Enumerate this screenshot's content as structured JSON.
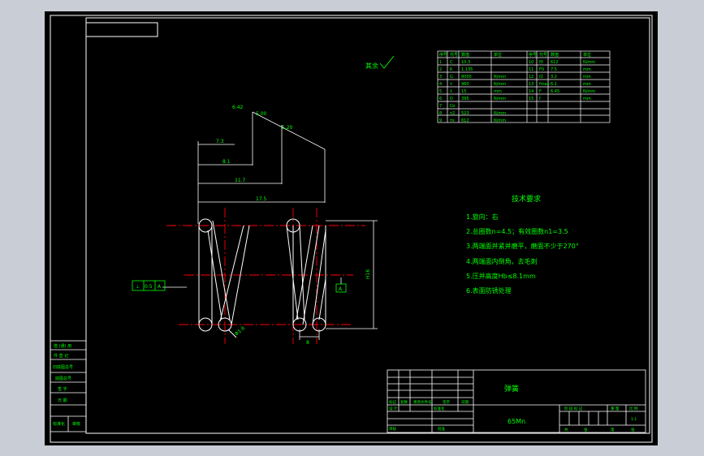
{
  "drawing": {
    "roughness_symbol": "其余",
    "dimensions": {
      "d1": "6.42",
      "d2": "5.00",
      "d3": "5.20",
      "d4": "7.3",
      "d5": "8.1",
      "d6": "11.7",
      "d7": "17.5",
      "free_length": "H16",
      "pitch": "8",
      "wire_diameter": "Φ1.6"
    },
    "tolerance_frame": [
      "⊥",
      "0.5",
      "A"
    ],
    "datum": "A",
    "tech_requirements_title": "技术要求",
    "tech_requirements": [
      "1.旋向：右",
      "2.总圈数n=4.5；有效圈数n1=3.5",
      "3.两端面并紧并磨平，磨面不少于270°",
      "4.两端面内倒角，去毛刺",
      "5.压并高度Hb≤8.1mm",
      "6.表面防锈处理"
    ],
    "param_table": {
      "headers": [
        "序号",
        "代号",
        "数值",
        "单位",
        "序号",
        "代号",
        "数值",
        "单位"
      ],
      "rows": [
        [
          "1",
          "C",
          "10.3",
          "",
          "10",
          "f0",
          "612",
          "N/mm"
        ],
        [
          "2",
          "K",
          "1.135",
          "",
          "11",
          "F0",
          "7.5",
          "mm"
        ],
        [
          "3",
          "G",
          "8000",
          "N/mm",
          "12",
          "f2",
          "3.2",
          "mm"
        ],
        [
          "4",
          "τ",
          "960",
          "N/mm",
          "13",
          "fmax",
          "6.1",
          "mm"
        ],
        [
          "5",
          "λ",
          "15",
          "mm",
          "14",
          "F",
          "6.45",
          "N/mm"
        ],
        [
          "6",
          "D",
          "395",
          "N/mm",
          "15",
          "f",
          "",
          "mm"
        ],
        [
          "7",
          "Dz",
          "",
          "",
          "",
          "",
          "",
          ""
        ],
        [
          "8",
          "τ2",
          "523",
          "N/mm",
          "",
          "",
          "",
          ""
        ],
        [
          "9",
          "τs",
          "612",
          "N/mm",
          "",
          "",
          "",
          ""
        ]
      ]
    },
    "side_labels": [
      "借 (通) 用",
      "件 登 记",
      "旧底图总号",
      "底图总号",
      "签 字",
      "日 期",
      "标准化",
      "审核"
    ],
    "title_block": {
      "name": "弹簧",
      "material": "65Mn",
      "row_labels": [
        "标记",
        "处数",
        "更改文件号",
        "签字",
        "日期"
      ],
      "design": "设 计",
      "standardization": "标准化",
      "approve": "批准",
      "review": "审核",
      "stage_labels": [
        "阶 段 标 记",
        "重 量",
        "比 例"
      ],
      "scale": "1:1",
      "sheet": [
        "共",
        "张",
        "第",
        "张"
      ]
    }
  },
  "colors": {
    "background": "#000000",
    "lines": "#ffffff",
    "text": "#00ff00",
    "centerline": "#ff0000"
  }
}
